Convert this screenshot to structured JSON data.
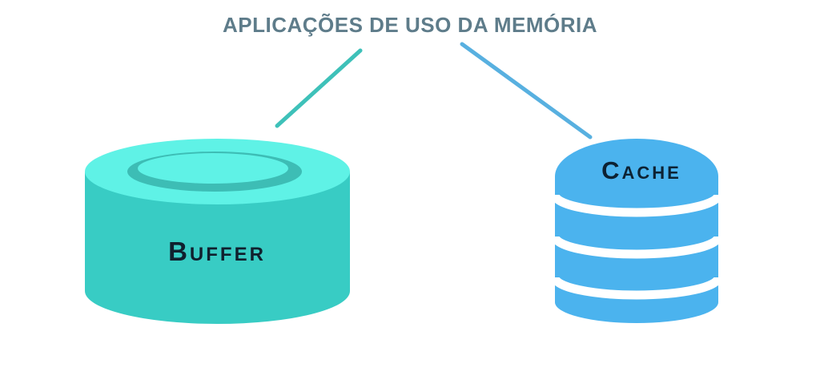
{
  "title": {
    "text": "APLICAÇÕES DE USO DA MEMÓRIA",
    "color": "#5E7C8A"
  },
  "buffer": {
    "label_initial": "B",
    "label_rest": "UFFER",
    "label_color": "#10202E",
    "body_color": "#38CCC4",
    "top_color": "#5FF2E6",
    "ring_color": "#3DBDB5"
  },
  "cache": {
    "label_initial": "C",
    "label_rest": "ACHE",
    "label_color": "#0D2233",
    "color": "#4BB3EE"
  },
  "connectors": {
    "left_color": "#3EC1B9",
    "right_color": "#58B0E0"
  }
}
